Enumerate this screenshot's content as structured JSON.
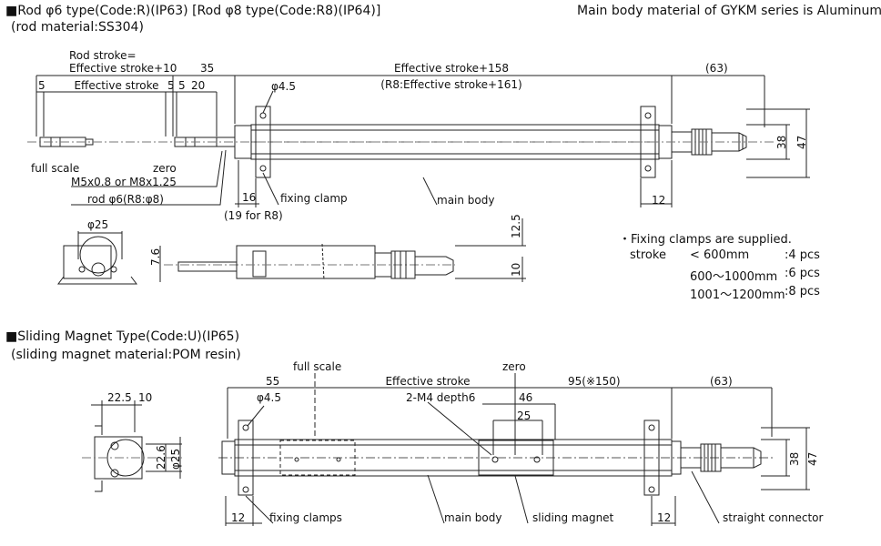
{
  "top": {
    "title": "■Rod φ6 type(Code:R)(IP63) [Rod φ8 type(Code:R8)(IP64)]",
    "subtitle": "(rod material:SS304)",
    "material_note": "Main body material of GYKM series is Aluminum",
    "labels": {
      "rod_stroke_1": "Rod stroke=",
      "rod_stroke_2": "Effective stroke+10",
      "d35": "35",
      "eff158": "Effective stroke+158",
      "r8_161": "(R8:Effective stroke+161)",
      "d63": "(63)",
      "d5a": "5",
      "eff": "Effective stroke",
      "d5b": "5",
      "d5c": "5",
      "d20": "20",
      "hole45": "φ4.5",
      "full_scale": "full scale",
      "zero": "zero",
      "thread": "M5x0.8 or M8x1.25",
      "rod_dia": "rod φ6(R8:φ8)",
      "d16": "16",
      "r8_19": "(19 for R8)",
      "fixing_clamp": "fixing clamp",
      "main_body": "main body",
      "d12": "12",
      "d38": "38",
      "d47": "47",
      "phi25": "φ25",
      "d76": "7.6",
      "d125": "12.5",
      "d10": "10"
    },
    "clamp_note": {
      "title": "・Fixing clamps are supplied.",
      "rows": [
        {
          "label": "stroke",
          "range": "< 600mm",
          "qty": ":4 pcs"
        },
        {
          "label": "",
          "range": "600～1000mm",
          "qty": ":6 pcs"
        },
        {
          "label": "",
          "range": "1001～1200mm",
          "qty": ":8 pcs"
        }
      ]
    }
  },
  "bottom": {
    "title": "■Sliding Magnet Type(Code:U)(IP65)",
    "subtitle": "(sliding magnet material:POM resin)",
    "labels": {
      "d225": "22.5",
      "d10": "10",
      "full_scale": "full scale",
      "zero": "zero",
      "d55": "55",
      "eff": "Effective stroke",
      "d95": "95(※150)",
      "d63": "(63)",
      "hole45": "φ4.5",
      "m4": "2-M4 depth6",
      "d46": "46",
      "d25": "25",
      "d226": "22.6",
      "phi25": "φ25",
      "d38": "38",
      "d47": "47",
      "d12a": "12",
      "fixing_clamps": "fixing clamps",
      "main_body": "main body",
      "sliding_magnet": "sliding magnet",
      "d12b": "12",
      "straight_connector": "straight connector"
    }
  }
}
